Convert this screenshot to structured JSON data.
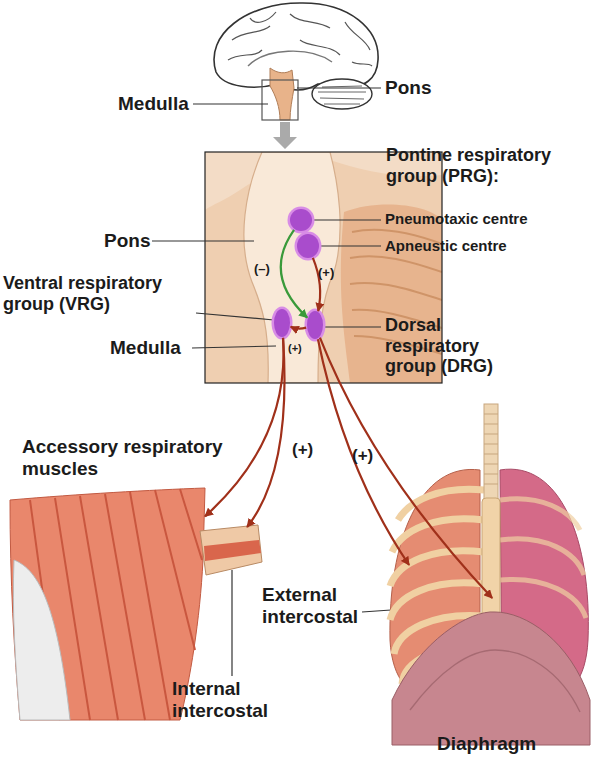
{
  "diagram": {
    "nodes": [
      {
        "text": [
          "Pneumotaxic centre"
        ]
      },
      {
        "text": [
          "Apneustic centre"
        ]
      },
      {
        "text": [
          "Ventral respiratory group (VRG)"
        ]
      },
      {
        "text": [
          "Dorsal respiratory group (DRG)"
        ]
      },
      {
        "text": [
          "Accessory respiratory muscles"
        ]
      },
      {
        "text": [
          "Internal intercostal"
        ]
      },
      {
        "text": [
          "External intercostal"
        ]
      },
      {
        "text": [
          "Diaphragm"
        ]
      }
    ],
    "edges": [
      {
        "from": 0,
        "to": 3,
        "arrow": "to",
        "label": "(–)"
      },
      {
        "from": 1,
        "to": 3,
        "arrow": "to",
        "label": "(+)"
      },
      {
        "from": 3,
        "to": 2,
        "arrow": "to",
        "label": "(+)"
      },
      {
        "from": 2,
        "to": 4,
        "arrow": "to",
        "label": "(+)"
      },
      {
        "from": 2,
        "to": 5,
        "arrow": "to"
      },
      {
        "from": 3,
        "to": 6,
        "arrow": "to",
        "label": "(+)"
      },
      {
        "from": 3,
        "to": 7,
        "arrow": "to"
      }
    ],
    "labels": [
      "Medulla",
      "Pons",
      "Pontine respiratory group (PRG):",
      "Pons",
      "Medulla"
    ]
  }
}
